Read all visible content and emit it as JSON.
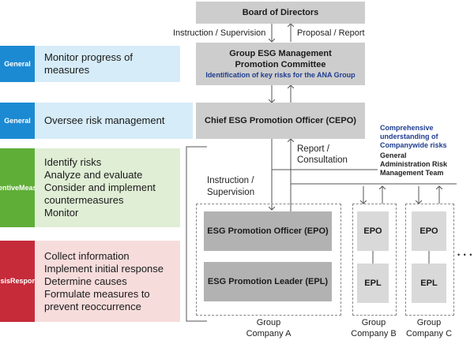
{
  "bands": [
    {
      "badge": "General",
      "lines": [
        "Monitor progress of",
        "measures"
      ]
    },
    {
      "badge": "General",
      "lines": [
        "Oversee risk management"
      ]
    },
    {
      "badge": [
        "Preventive",
        "Measures"
      ],
      "lines": [
        "Identify risks",
        "Analyze and evaluate",
        "Consider and implement",
        "countermeasures",
        "Monitor"
      ]
    },
    {
      "badge": [
        "Crisis",
        "Response"
      ],
      "lines": [
        "Collect information",
        "Implement initial response",
        "Determine causes",
        "Formulate measures to",
        "prevent reoccurrence"
      ]
    }
  ],
  "board": "Board of Directors",
  "instruction_supervision_top": "Instruction / Supervision",
  "proposal_report": "Proposal / Report",
  "committee": {
    "line1": "Group ESG Management",
    "line2": "Promotion Committee",
    "sub": "Identification of key risks for the ANA Group"
  },
  "cepo": "Chief ESG Promotion Officer (CEPO)",
  "comprehensive": [
    "Comprehensive",
    "understanding of",
    "Companywide risks"
  ],
  "risk_team": [
    "General",
    "Administration Risk",
    "Management Team"
  ],
  "report_consultation": [
    "Report /",
    "Consultation"
  ],
  "instruction_supervision": [
    "Instruction /",
    "Supervision"
  ],
  "epo_a": "ESG Promotion Officer (EPO)",
  "epl_a": "ESG Promotion Leader (EPL)",
  "epo": "EPO",
  "epl": "EPL",
  "ellipsis": "• • •",
  "companies": [
    [
      "Group",
      "Company A"
    ],
    [
      "Group",
      "Company B"
    ],
    [
      "Group",
      "Company C"
    ]
  ]
}
